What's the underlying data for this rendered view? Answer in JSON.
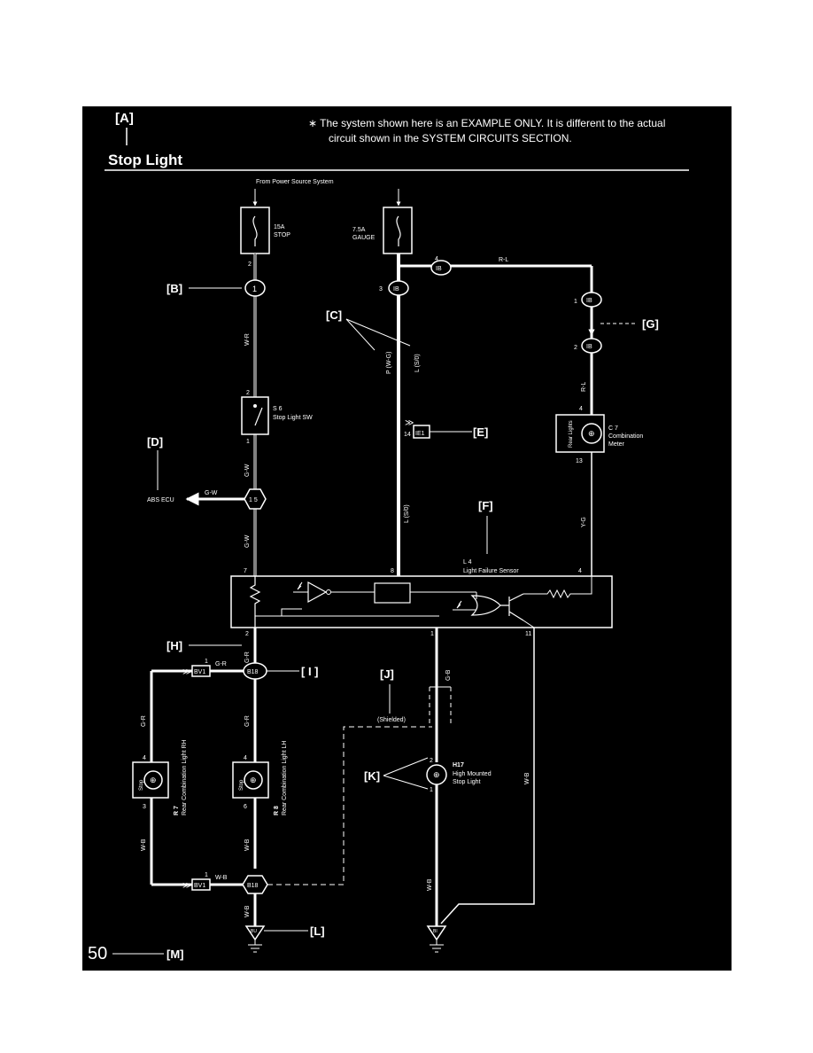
{
  "colors": {
    "background": "#000000",
    "ink": "#ffffff",
    "page": "#ffffff"
  },
  "header": {
    "label_a": "[A]",
    "note_line1": "∗ The system shown here is an EXAMPLE ONLY. It is different to the actual",
    "note_line2": "circuit shown in the SYSTEM CIRCUITS SECTION.",
    "title": "Stop Light"
  },
  "power_source": "From Power Source System",
  "fuses": {
    "stop": {
      "rating": "15A",
      "name": "STOP",
      "pin_bottom": "2"
    },
    "gauge": {
      "rating": "7.5A",
      "name": "GAUGE"
    }
  },
  "connectors": {
    "c1": "1",
    "ib_a": {
      "pin": "4",
      "code": "IB"
    },
    "ib_b": {
      "pin": "3",
      "code": "IB"
    },
    "ib_c": {
      "pin": "1",
      "code": "IB"
    },
    "ib_d": {
      "pin": "2",
      "code": "IB"
    },
    "ie1": {
      "pin": "14",
      "code": "IE1"
    },
    "j15": "1 5",
    "b18_top": "B18",
    "bv1_top": {
      "pin": "1",
      "code": "BV1"
    },
    "bv1_bottom": {
      "pin": "1",
      "code": "BV1"
    },
    "b18_bottom": "B18",
    "ground_left": "BU",
    "ground_right": "BI"
  },
  "wires": {
    "w_r": "W-R",
    "r_l_top": "R-L",
    "p_wg": "P (W-G)",
    "l_s0_top": "L (S/0)",
    "r_l_right": "R-L",
    "g_w_top": "G-W",
    "g_w_abs": "G-W",
    "g_w_bottom": "G-W",
    "l_s0_mid": "L (S/0)",
    "y_g": "Y-G",
    "g_r_main": "G-R",
    "g_r_branch": "G-R",
    "g_r_left": "G-R",
    "g_r_lower": "G-R",
    "g_b": "G-B",
    "w_b_right": "W-B",
    "w_b_left": "W-B",
    "w_b_mid": "W-B",
    "w_b_branch": "W-B",
    "w_b_bottom": "W-B",
    "w_b_hm": "W-B"
  },
  "components": {
    "stop_sw": {
      "id": "S 6",
      "name": "Stop Light SW",
      "pin_top": "2",
      "pin_bottom": "1"
    },
    "meter": {
      "id": "C 7",
      "name1": "Combination",
      "name2": "Meter",
      "lamp": "Rear Lights",
      "pin_top": "4",
      "pin_bottom": "13"
    },
    "sensor": {
      "id": "L 4",
      "name": "Light Failure Sensor",
      "pin_left": "7",
      "pin_mid": "8",
      "pin_right": "4",
      "pin_bottom_left": "2",
      "pin_bottom_mid": "1",
      "pin_bottom_right": "11"
    },
    "abs_ecu": "ABS ECU",
    "rear_rh": {
      "id": "R 7",
      "name": "Rear Combination Light RH",
      "lamp": "Stop",
      "pin_top": "4",
      "pin_bottom": "3"
    },
    "rear_lh": {
      "id": "R 8",
      "name": "Rear Combination Light LH",
      "lamp": "Stop",
      "pin_top": "4",
      "pin_bottom": "6"
    },
    "high_mount": {
      "id": "H17",
      "name1": "High Mounted",
      "name2": "Stop Light",
      "pin_top": "2",
      "pin_bottom": "1"
    },
    "shielded": "(Shielded)"
  },
  "callouts": {
    "b": "[B]",
    "c": "[C]",
    "d": "[D]",
    "e": "[E]",
    "f": "[F]",
    "g": "[G]",
    "h": "[H]",
    "i": "[ I ]",
    "j": "[J]",
    "k": "[K]",
    "l": "[L]",
    "m": "[M]"
  },
  "page_number": "50"
}
